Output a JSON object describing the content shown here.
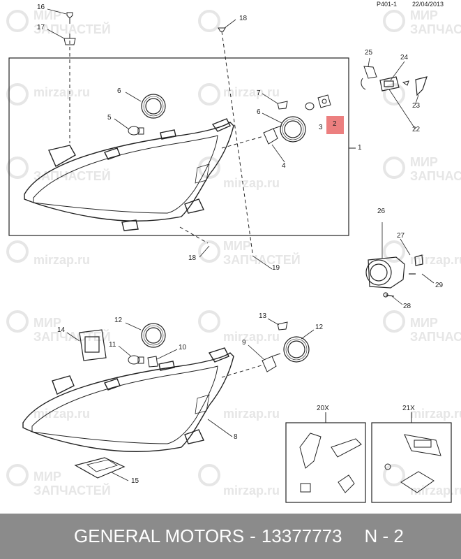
{
  "header": {
    "ref_code": "P401-1",
    "date": "22/04/2013"
  },
  "watermark": {
    "brand_top": "МИР",
    "brand_bottom": "ЗАПЧАСТЕЙ",
    "domain": "mirzap.ru"
  },
  "callouts": {
    "c1": "1",
    "c2": "2",
    "c3": "3",
    "c4": "4",
    "c5": "5",
    "c6a": "6",
    "c6b": "6",
    "c7": "7",
    "c8": "8",
    "c9": "9",
    "c10": "10",
    "c11": "11",
    "c12a": "12",
    "c12b": "12",
    "c13": "13",
    "c14": "14",
    "c15": "15",
    "c16": "16",
    "c17": "17",
    "c18a": "18",
    "c18b": "18",
    "c19": "19",
    "c20x": "20X",
    "c21x": "21X",
    "c22": "22",
    "c23": "23",
    "c24": "24",
    "c25": "25",
    "c26": "26",
    "c27": "27",
    "c28": "28",
    "c29": "29"
  },
  "highlight": {
    "part": "2",
    "color": "#e23b3b"
  },
  "footer": {
    "brand": "GENERAL MOTORS",
    "separator": "-",
    "part_number": "13377773",
    "page": "N - 2"
  }
}
